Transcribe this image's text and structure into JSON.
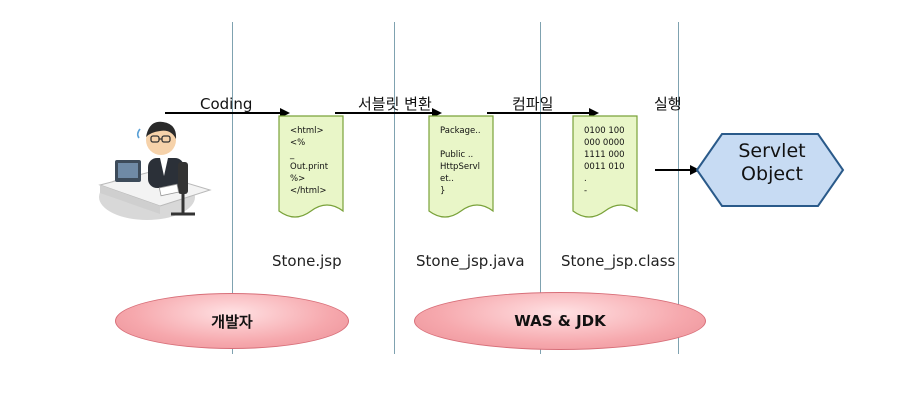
{
  "arrows": {
    "coding": "Coding",
    "servlet_conversion": "서블릿 변환",
    "compile": "컴파일",
    "execute": "실행"
  },
  "files": [
    {
      "name": "Stone.jsp",
      "lines": [
        "<html>",
        "<%",
        "_",
        "Out.print",
        "%>",
        "</html>"
      ]
    },
    {
      "name": "Stone_jsp.java",
      "lines": [
        "Package..",
        "",
        "Public ..",
        "HttpServl",
        "et..",
        "}"
      ]
    },
    {
      "name": "Stone_jsp.class",
      "lines": [
        "0100 100",
        "000 0000",
        "1111 000",
        "0011 010",
        ".",
        "-"
      ]
    }
  ],
  "result": {
    "line1": "Servlet",
    "line2": "Object"
  },
  "zones": {
    "developer": "개발자",
    "was_jdk": "WAS & JDK"
  },
  "colors": {
    "doc_fill": "#e9f6c8",
    "doc_border": "#7aa23a",
    "ellipse_fill": "#f4a7ac",
    "hex_fill": "#c7dbf3",
    "hex_border": "#2a5a8a"
  }
}
